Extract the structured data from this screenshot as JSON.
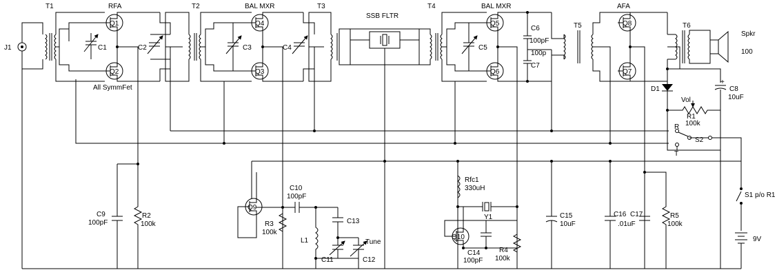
{
  "labels": {
    "J1": "J1",
    "T1": "T1",
    "T2": "T2",
    "T3": "T3",
    "T4": "T4",
    "T5": "T5",
    "T6": "T6",
    "RFA": "RFA",
    "BALMXR1": "BAL MXR",
    "BALMXR2": "BAL MXR",
    "AFA": "AFA",
    "SSB": "SSB FLTR",
    "Q1": "Q1",
    "Q2": "Q2",
    "Q3": "Q3",
    "Q4": "Q4",
    "Q5": "Q5",
    "Q6": "Q6",
    "Q7": "Q7",
    "Q8": "Q8",
    "Q9": "Q9",
    "Q10": "Q10",
    "C1": "C1",
    "C2": "C2",
    "C3": "C3",
    "C4": "C4",
    "C5": "C5",
    "C6": "C6",
    "C6v": "100pF",
    "C7": "C7",
    "C7v": "100p",
    "C8": "C8",
    "C8v": "10uF",
    "C9": "C9",
    "C9v": "100pF",
    "C10": "C10",
    "C10v": "100pF",
    "C11": "C11",
    "C12": "C12",
    "C13": "C13",
    "C14": "C14",
    "C14v": "100pF",
    "C15": "C15",
    "C15v": "10uF",
    "C16": "C16",
    "C16v": ".01uF",
    "C17": "C17",
    "R1": "R1",
    "R1v": "100k",
    "Vol": "Vol",
    "R2": "R2",
    "R2v": "100k",
    "R3": "R3",
    "R3v": "100k",
    "R4": "R4",
    "R4v": "100k",
    "R5": "R5",
    "R5v": "100k",
    "L1": "L1",
    "Rfc1": "Rfc1",
    "Rfc1v": "330uH",
    "Y1": "Y1",
    "D1": "D1",
    "S1": "S1 p/o R1",
    "S2": "S2",
    "Bat": "9V",
    "Tune": "Tune",
    "Spkr": "Spkr",
    "Spkrv": "100",
    "AllSymm": "All SymmFet",
    "swR": "R",
    "swT": "T",
    "plus": "+"
  }
}
